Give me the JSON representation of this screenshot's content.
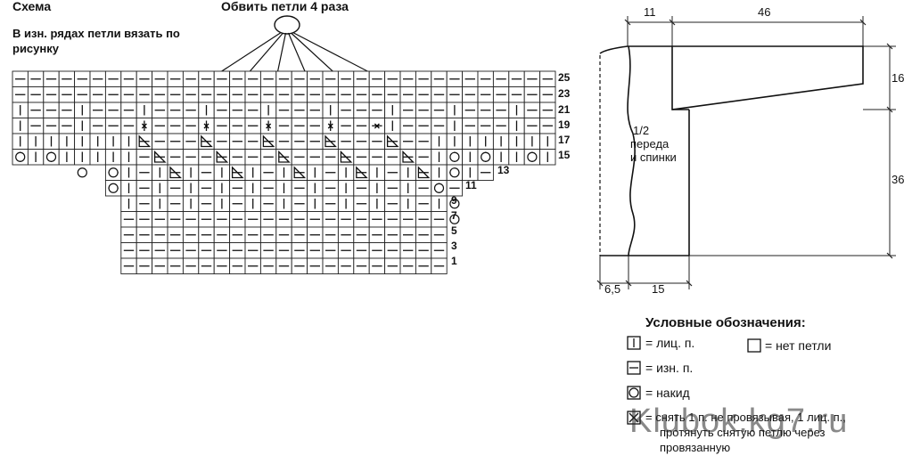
{
  "scheme": {
    "title": "Схема",
    "note_line1": "В изн. рядах петли вязать по",
    "note_line2": "рисунку",
    "wrap_label": "Обвить петли 4 раза",
    "row_numbers": [
      "25",
      "23",
      "21",
      "19",
      "17",
      "15",
      "13",
      "11",
      "9",
      "7",
      "5",
      "3",
      "1"
    ]
  },
  "pattern": {
    "dimensions": {
      "top_left": "11",
      "top_right": "46",
      "right_upper": "16",
      "right_lower": "36",
      "bottom_left": "6,5",
      "bottom_right": "15"
    },
    "piece_label": [
      "1/2",
      "переда",
      "и спинки"
    ]
  },
  "legend": {
    "title": "Условные обозначения:",
    "knit": "= лиц. п.",
    "purl": "= изн. п.",
    "yarn_over": "= накид",
    "no_stitch": "= нет петли",
    "slip_line1": "= снять 1 п. не провязывая, 1 лиц. п.,",
    "slip_line2": "протянуть снятую петлю через",
    "slip_line3": "провязанную"
  },
  "watermark": "Klubok.kg7.ru"
}
